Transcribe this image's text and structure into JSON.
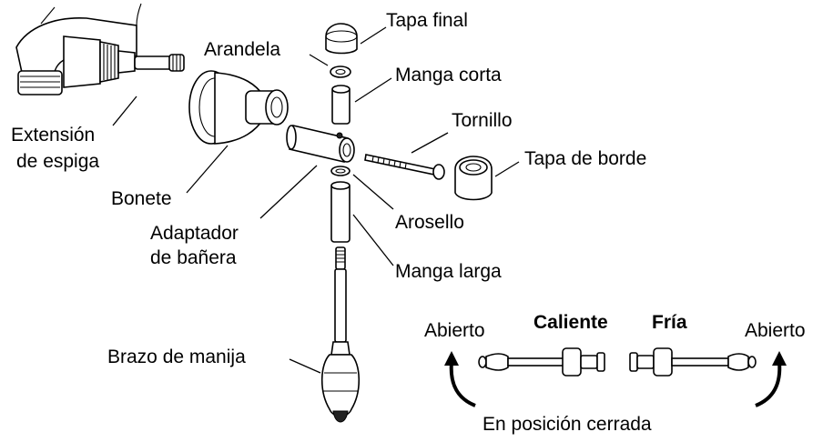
{
  "labels": {
    "tapa_final": "Tapa final",
    "arandela": "Arandela",
    "manga_corta": "Manga corta",
    "tornillo": "Tornillo",
    "extension_1": "Extensión",
    "extension_2": "de espiga",
    "tapa_borde": "Tapa de borde",
    "bonete": "Bonete",
    "arosello": "Arosello",
    "adaptador_1": "Adaptador",
    "adaptador_2": "de bañera",
    "manga_larga": "Manga larga",
    "brazo": "Brazo de manija"
  },
  "handle_legend": {
    "hot": "Caliente",
    "cold": "Fría",
    "open_left": "Abierto",
    "open_right": "Abierto",
    "closed": "En posición cerrada"
  }
}
